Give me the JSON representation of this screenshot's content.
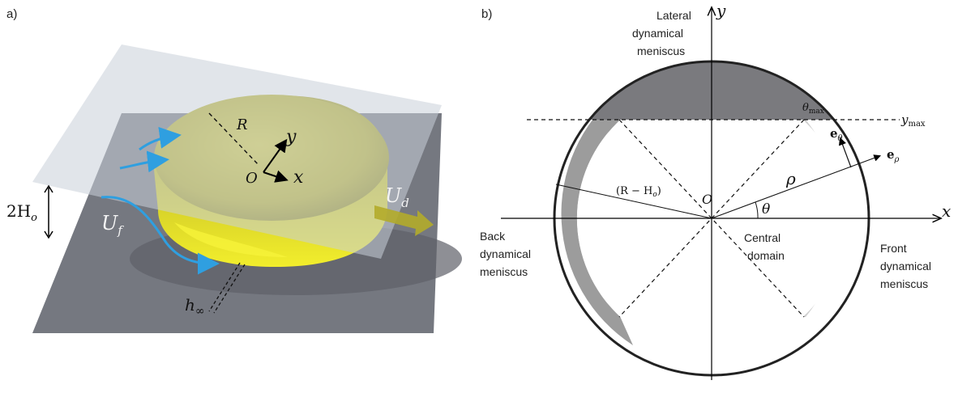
{
  "panel_a": {
    "label": "a)",
    "symbols": {
      "R": "R",
      "y": "y",
      "O": "O",
      "x": "x",
      "two_H": "2H",
      "two_H_sub": "o",
      "U_f": "U",
      "U_f_sub": "f",
      "U_d": "U",
      "U_d_sub": "d",
      "h_inf": "h",
      "h_inf_sub": "∞"
    },
    "colors": {
      "droplet": "#c9c236",
      "droplet_highlight": "#f0ec2a",
      "top_plate": "#c9cfd8",
      "bottom_plate": "#70737b",
      "flow_lines": "#2f9fe0",
      "velocity_arrow": "#b3ab2a"
    }
  },
  "panel_b": {
    "label": "b)",
    "regions": {
      "lateral": [
        "Lateral",
        "dynamical",
        "meniscus"
      ],
      "back": [
        "Back",
        "dynamical",
        "meniscus"
      ],
      "central": [
        "Central",
        "domain"
      ],
      "front": [
        "Front",
        "dynamical",
        "meniscus"
      ]
    },
    "symbols": {
      "y_axis": "y",
      "x_axis": "x",
      "O": "O",
      "rho": "ρ",
      "theta": "θ",
      "theta_max": "θ",
      "theta_max_sub": "max",
      "y_max": "y",
      "y_max_sub": "max",
      "e_theta": "e",
      "e_theta_sub": "θ",
      "e_rho": "e",
      "e_rho_sub": "ρ",
      "inner_radius": "(R − H",
      "inner_radius_sub": "o",
      "inner_radius_close": ")"
    },
    "colors": {
      "lateral_meniscus": "#7a7a7e",
      "back_meniscus": "#9c9c9c",
      "front_meniscus": "#cfcfcf"
    }
  }
}
